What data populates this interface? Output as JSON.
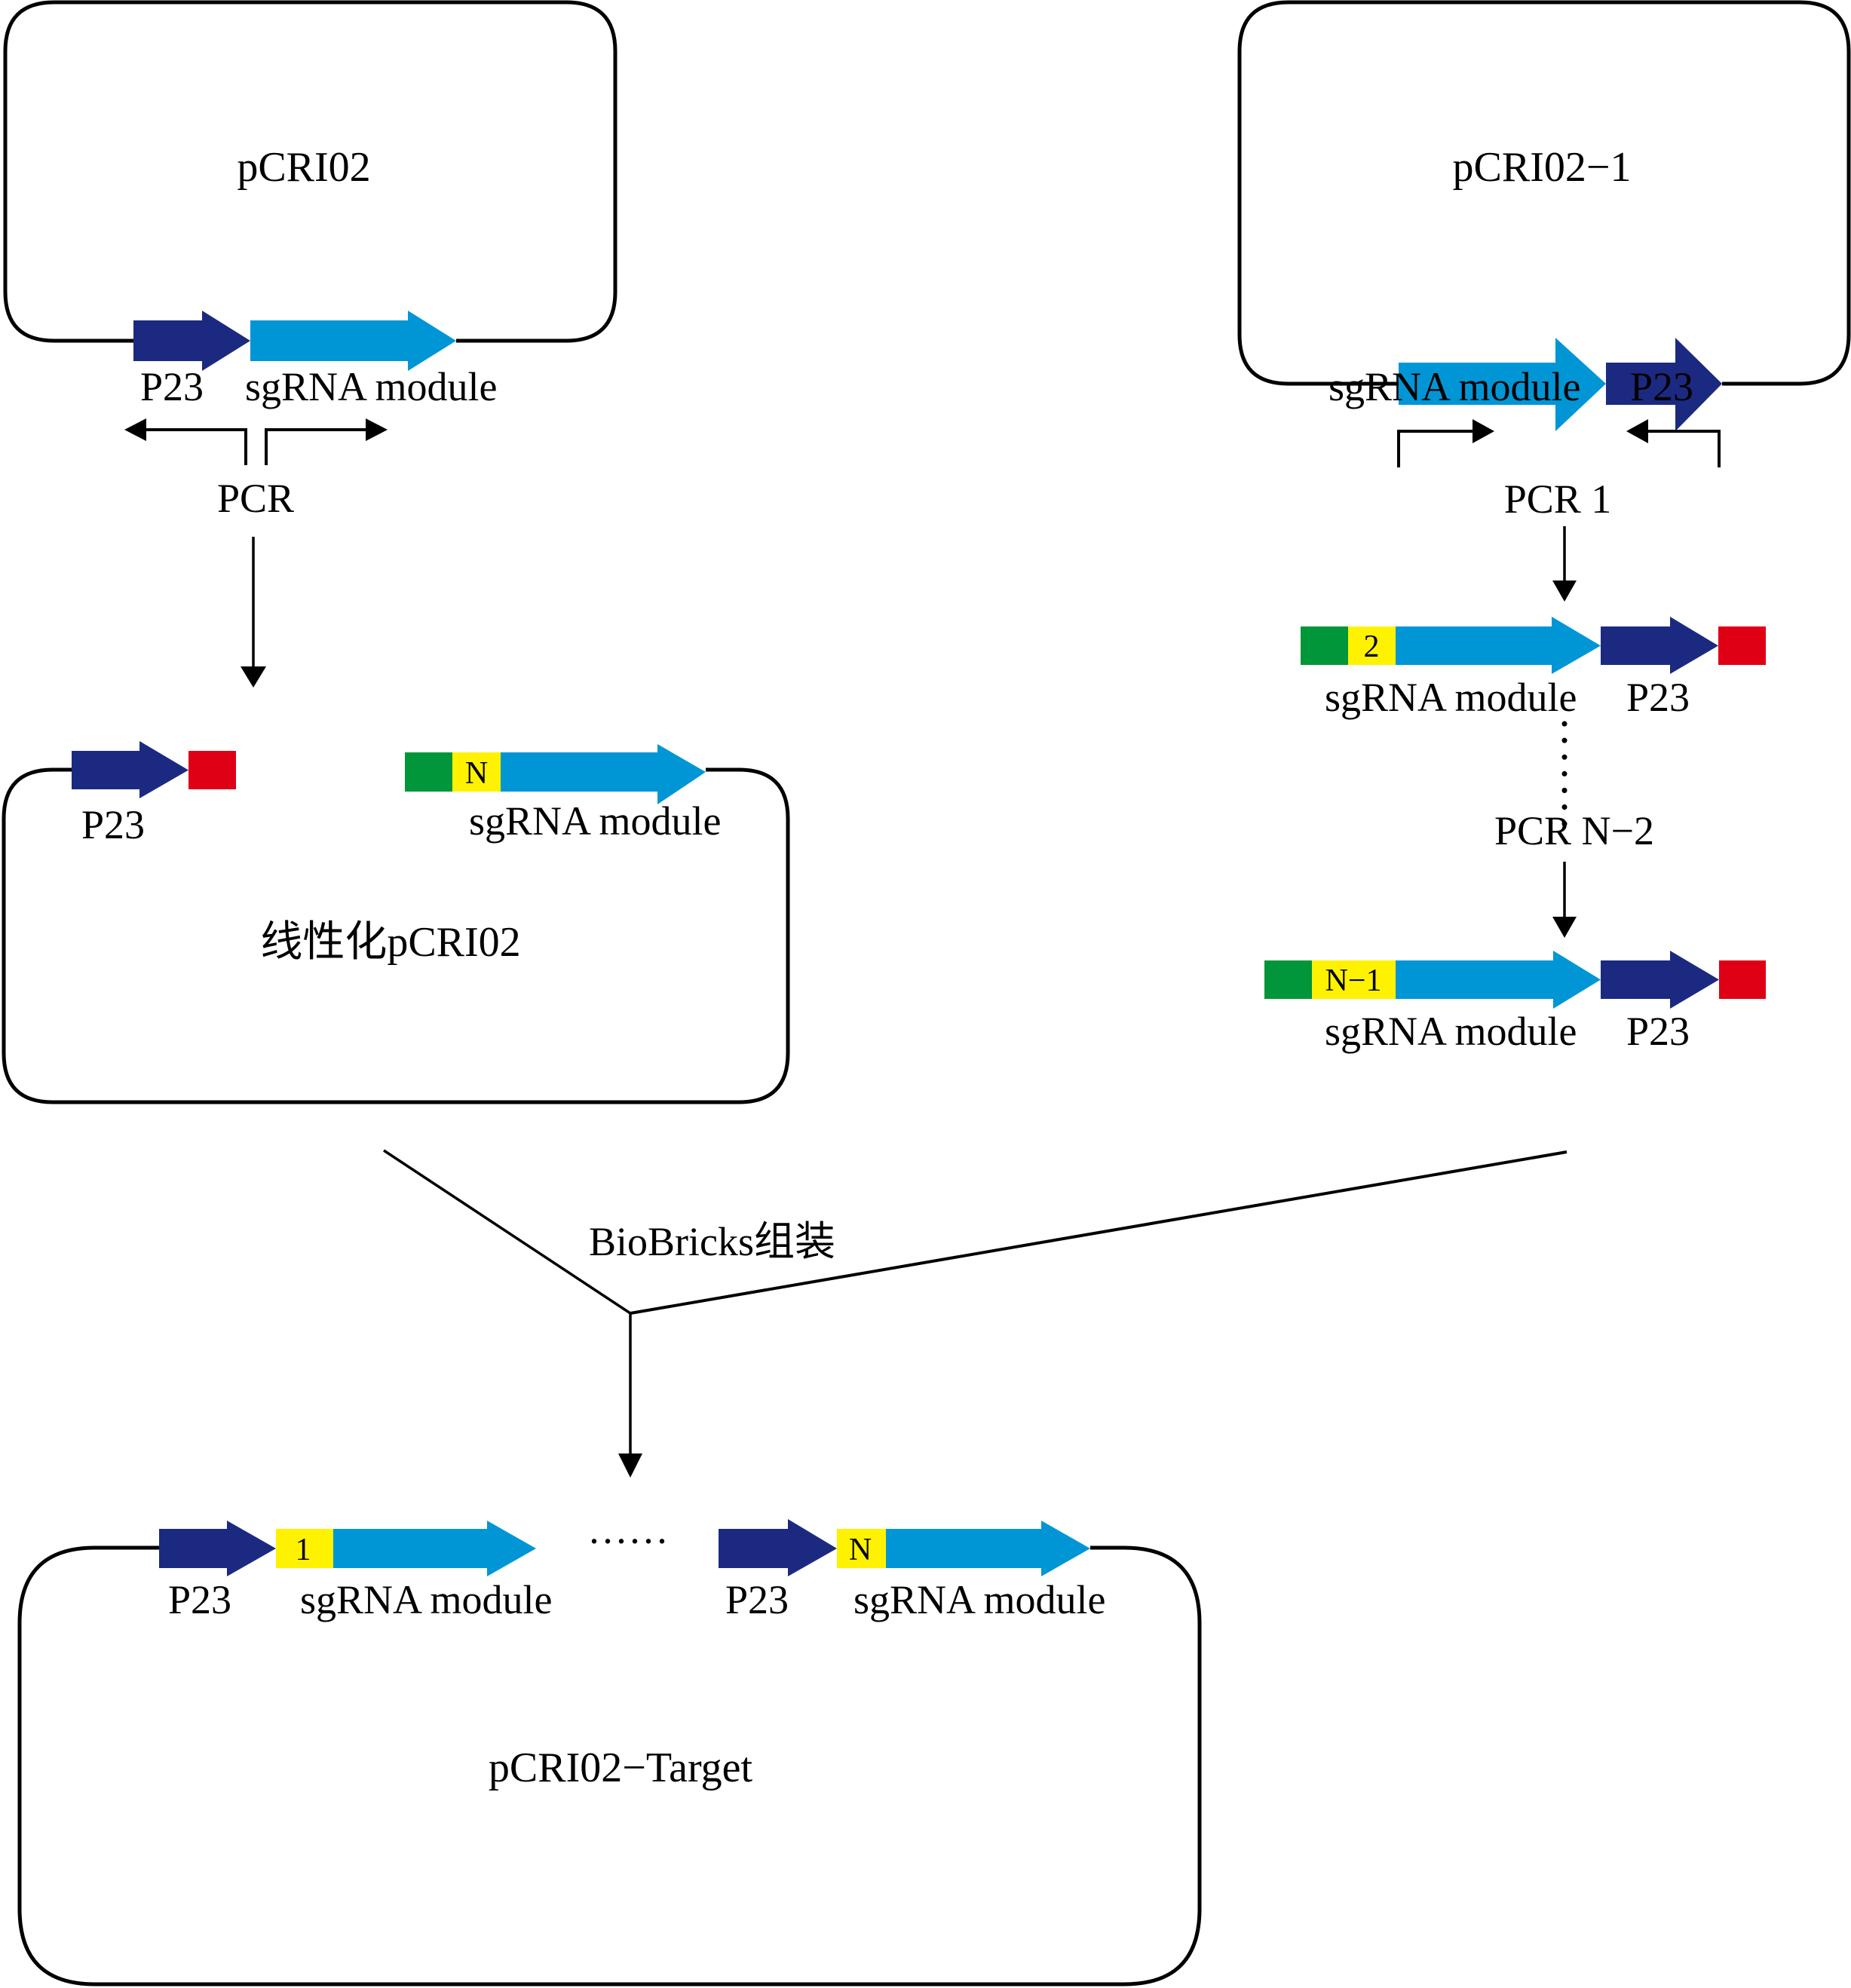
{
  "colors": {
    "promoter": "#1B2A80",
    "sgrna": "#0096D6",
    "spacer_tag": "#FFF200",
    "green_overhang": "#009639",
    "red_overhang": "#E00016",
    "line": "#000000",
    "background": "#FFFFFF"
  },
  "plasmids": {
    "top_left": {
      "title": "pCRI02",
      "parts": [
        {
          "type": "promoter",
          "label": "P23"
        },
        {
          "type": "sgrna",
          "label": "sgRNA module"
        }
      ],
      "step_label": "PCR"
    },
    "top_right": {
      "title": "pCRI02−1",
      "parts": [
        {
          "type": "sgrna",
          "label": "sgRNA module"
        },
        {
          "type": "promoter",
          "label": "P23"
        }
      ],
      "step_label": "PCR 1"
    },
    "linearized": {
      "title": "线性化pCRI02",
      "left_part": {
        "type": "promoter",
        "label": "P23"
      },
      "right_part": {
        "type": "sgrna",
        "label": "sgRNA module",
        "tag": "N"
      }
    },
    "target": {
      "title": "pCRI02−Target",
      "first_unit": {
        "promoter_label": "P23",
        "tag": "1",
        "sgrna_label": "sgRNA module"
      },
      "ellipsis": "······",
      "last_unit": {
        "promoter_label": "P23",
        "tag": "N",
        "sgrna_label": "sgRNA module"
      }
    }
  },
  "products": [
    {
      "tag": "2",
      "sgrna_label": "sgRNA module",
      "promoter_label": "P23"
    },
    {
      "tag": "N−1",
      "sgrna_label": "sgRNA module",
      "promoter_label": "P23"
    }
  ],
  "steps": {
    "pcr_n2": "PCR N−2",
    "assembly": "BioBricks组装"
  }
}
